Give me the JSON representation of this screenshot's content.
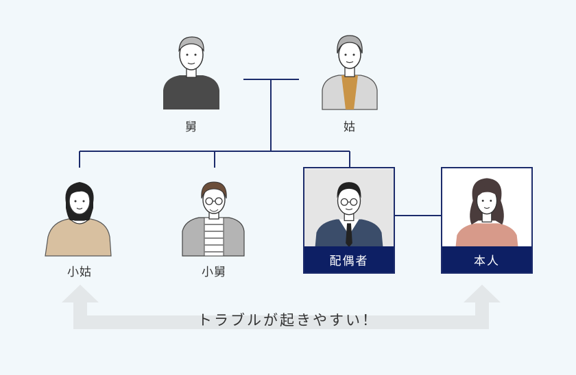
{
  "people": {
    "father_in_law": "舅",
    "mother_in_law": "姑",
    "sister_in_law": "小姑",
    "brother_in_law": "小舅",
    "spouse": "配偶者",
    "self": "本人"
  },
  "notice": "トラブルが起きやすい！",
  "colors": {
    "background": "#f2f8fb",
    "line": "#1b2b6b",
    "caption_bg": "#0d1f64",
    "arrow": "#e3e7e9"
  }
}
